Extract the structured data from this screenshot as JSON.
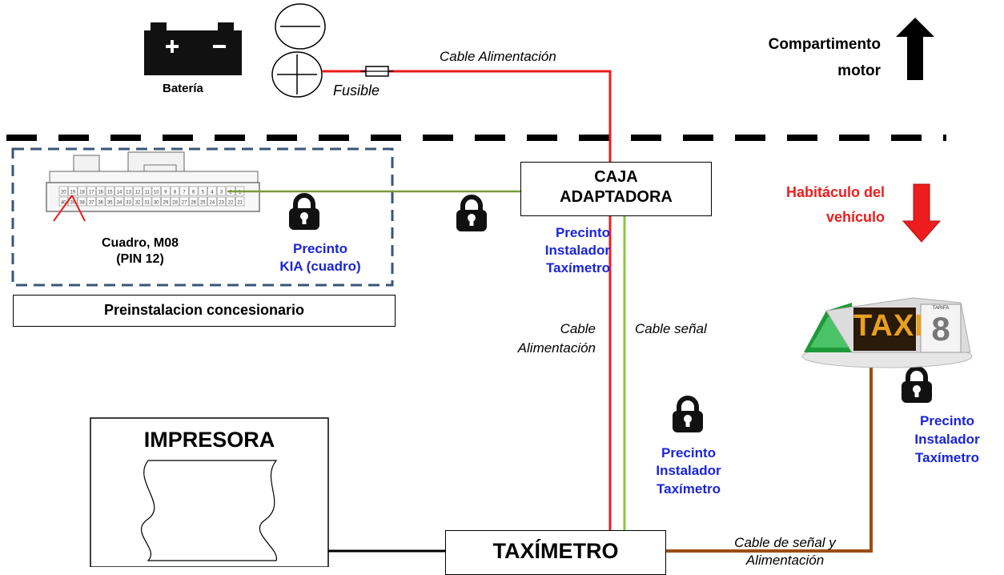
{
  "labels": {
    "battery": "Batería",
    "fuse": "Fusible",
    "cable_power_top": "Cable Alimentación",
    "engine_compartment_line1": "Compartimento",
    "engine_compartment_line2": "motor",
    "adapter_box_line1": "CAJA",
    "adapter_box_line2": "ADAPTADORA",
    "cabin_line1": "Habitáculo del",
    "cabin_line2": "vehículo",
    "dashboard_line1": "Cuadro, M08",
    "dashboard_line2": "(PIN 12)",
    "seal_kia_line1": "Precinto",
    "seal_kia_line2": "KIA (cuadro)",
    "dealer_preinstall": "Preinstalacion concesionario",
    "seal_installer_a_line1": "Precinto",
    "seal_installer_a_line2": "Instalador",
    "seal_installer_a_line3": "Taxímetro",
    "cable_power_mid_line1": "Cable",
    "cable_power_mid_line2": "Alimentación",
    "cable_signal": "Cable señal",
    "seal_installer_b_line1": "Precinto",
    "seal_installer_b_line2": "Instalador",
    "seal_installer_b_line3": "Taxímetro",
    "seal_installer_c_line1": "Precinto",
    "seal_installer_c_line2": "Instalador",
    "seal_installer_c_line3": "Taxímetro",
    "printer": "IMPRESORA",
    "taximeter": "TAXÍMETRO",
    "cable_signal_power_line1": "Cable de señal y",
    "cable_signal_power_line2": "Alimentación",
    "taxi_sign": "TAXI",
    "taxi_tariff_label": "TARIFA",
    "taxi_tariff_digit": "8",
    "connector_pins_top": [
      "20",
      "19",
      "18",
      "17",
      "16",
      "15",
      "14",
      "13",
      "12",
      "11",
      "10",
      "9",
      "8",
      "7",
      "6",
      "5",
      "4",
      "3",
      "2",
      "1"
    ],
    "connector_pins_bottom": [
      "40",
      "39",
      "38",
      "37",
      "36",
      "35",
      "34",
      "33",
      "32",
      "31",
      "30",
      "29",
      "28",
      "27",
      "26",
      "25",
      "24",
      "23",
      "22",
      "21"
    ]
  },
  "colors": {
    "power_cable": "#ee1c1c",
    "signal_cable": "#8dc63f",
    "dashboard_cable": "#7a9a3a",
    "light_cable": "#9a4f12",
    "seal_text": "#1a24d8",
    "cabin_text": "#ee1c1c",
    "dashed_border": "#3a5577"
  }
}
